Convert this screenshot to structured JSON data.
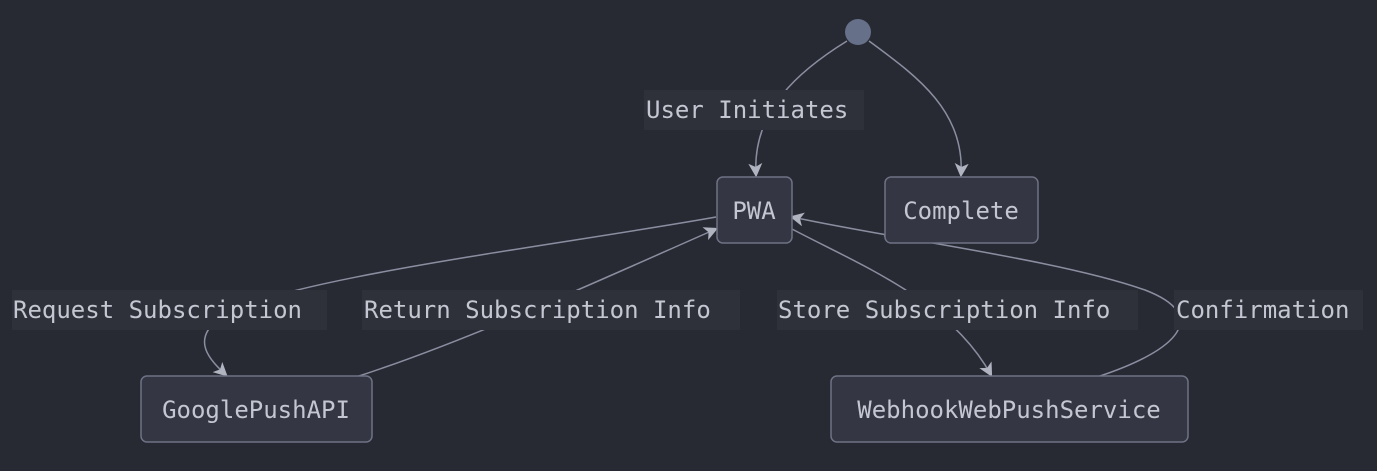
{
  "diagram": {
    "nodes": {
      "pwa": "PWA",
      "complete": "Complete",
      "google": "GooglePushAPI",
      "webhook": "WebhookWebPushService"
    },
    "edges": {
      "user_initiates": "User Initiates",
      "request_subscription": "Request Subscription",
      "return_subscription_info": "Return Subscription Info",
      "store_subscription_info": "Store Subscription Info",
      "confirmation": "Confirmation"
    },
    "colors": {
      "background": "#282a33",
      "node_fill": "#343643",
      "node_stroke": "#6e7285",
      "edge": "#8a8ea0",
      "text": "#c4c7d1",
      "start": "#667089"
    }
  }
}
